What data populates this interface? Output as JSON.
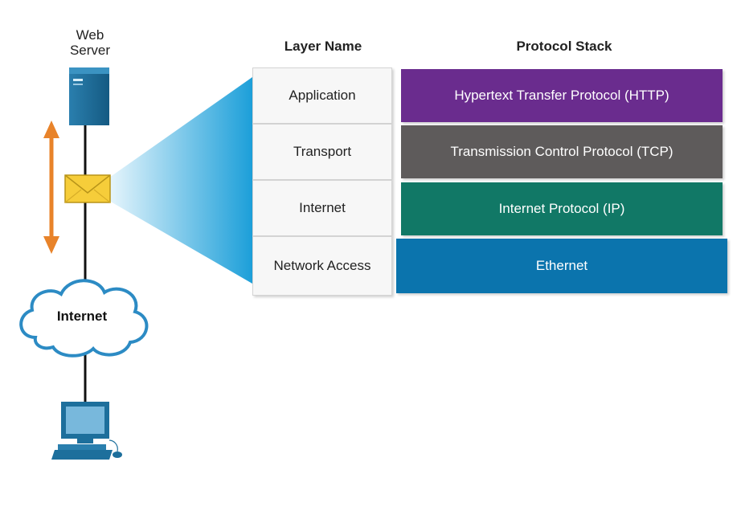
{
  "nodes": {
    "server_label": "Web\nServer",
    "cloud_label": "Internet"
  },
  "headers": {
    "layer_name": "Layer Name",
    "protocol_stack": "Protocol Stack"
  },
  "layers": [
    {
      "name": "Application",
      "protocol": "Hypertext Transfer Protocol (HTTP)",
      "color": "#6a2c8e"
    },
    {
      "name": "Transport",
      "protocol": "Transmission Control Protocol (TCP)",
      "color": "#5e5b5b"
    },
    {
      "name": "Internet",
      "protocol": "Internet Protocol (IP)",
      "color": "#117866"
    },
    {
      "name": "Network Access",
      "protocol": "Ethernet",
      "color": "#0b74ad"
    }
  ],
  "colors": {
    "arrow": "#e8832a",
    "device": "#1d6f9c",
    "envelope": "#f6cd3a",
    "fan_beam": "#29a7dd"
  }
}
